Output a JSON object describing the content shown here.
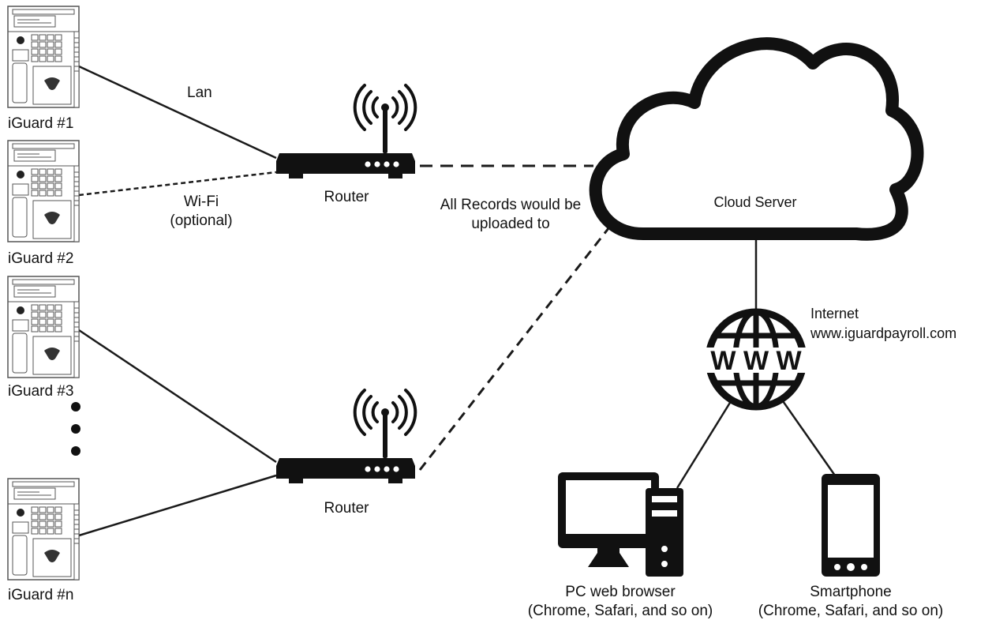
{
  "devices": [
    {
      "label": "iGuard #1"
    },
    {
      "label": "iGuard #2"
    },
    {
      "label": "iGuard #3"
    },
    {
      "label": "iGuard #n"
    }
  ],
  "links": {
    "lan": "Lan",
    "wifi": "Wi-Fi",
    "wifi_note": "(optional)"
  },
  "routers": [
    {
      "label": "Router"
    },
    {
      "label": "Router"
    }
  ],
  "upload_note": {
    "line1": "All Records would be",
    "line2": "uploaded to"
  },
  "cloud": {
    "label": "Cloud Server"
  },
  "internet": {
    "label": "Internet",
    "url": "www.iguardpayroll.com",
    "icon_text": "W W W"
  },
  "clients": [
    {
      "label": "PC web browser",
      "note": "(Chrome, Safari, and so on)"
    },
    {
      "label": "Smartphone",
      "note": "(Chrome, Safari, and so on)"
    }
  ],
  "colors": {
    "line": "#1a1a1a",
    "device_fill": "#ffffff",
    "device_stroke": "#555555"
  }
}
